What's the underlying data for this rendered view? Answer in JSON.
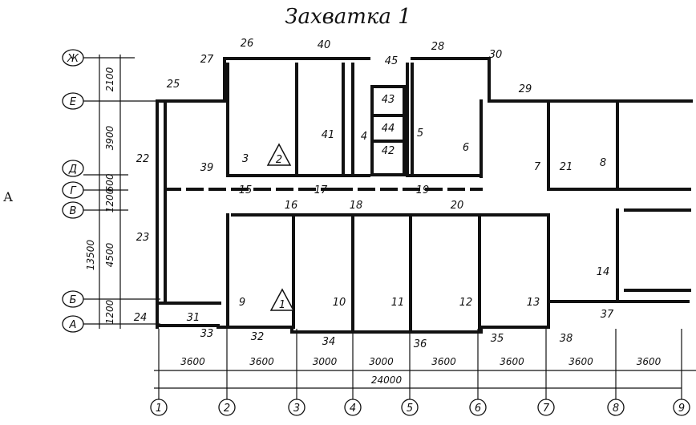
{
  "title": "Захватка 1",
  "side_label": "А",
  "axes_letters": [
    {
      "id": "Zh",
      "label": "Ж"
    },
    {
      "id": "E",
      "label": "Е"
    },
    {
      "id": "D",
      "label": "Д"
    },
    {
      "id": "G",
      "label": "Г"
    },
    {
      "id": "V",
      "label": "В"
    },
    {
      "id": "B",
      "label": "Б"
    },
    {
      "id": "A",
      "label": "А"
    }
  ],
  "axes_numbers": [
    "1",
    "2",
    "3",
    "4",
    "5",
    "6",
    "7",
    "8",
    "9"
  ],
  "vertical_dims": [
    "2100",
    "3900",
    "600",
    "1200",
    "4500",
    "1200"
  ],
  "vertical_total": "13500",
  "horizontal_dims": [
    "3600",
    "3600",
    "3000",
    "3000",
    "3600",
    "3600",
    "3600",
    "3600"
  ],
  "horizontal_total": "24000",
  "element_labels": [
    "1",
    "2",
    "3",
    "4",
    "5",
    "6",
    "7",
    "8",
    "9",
    "10",
    "11",
    "12",
    "13",
    "14",
    "15",
    "16",
    "17",
    "18",
    "19",
    "20",
    "21",
    "22",
    "23",
    "24",
    "25",
    "26",
    "27",
    "28",
    "29",
    "30",
    "31",
    "32",
    "33",
    "34",
    "35",
    "36",
    "37",
    "38",
    "39",
    "40",
    "41",
    "42",
    "43",
    "44",
    "45"
  ],
  "markers": [
    "1",
    "2"
  ]
}
